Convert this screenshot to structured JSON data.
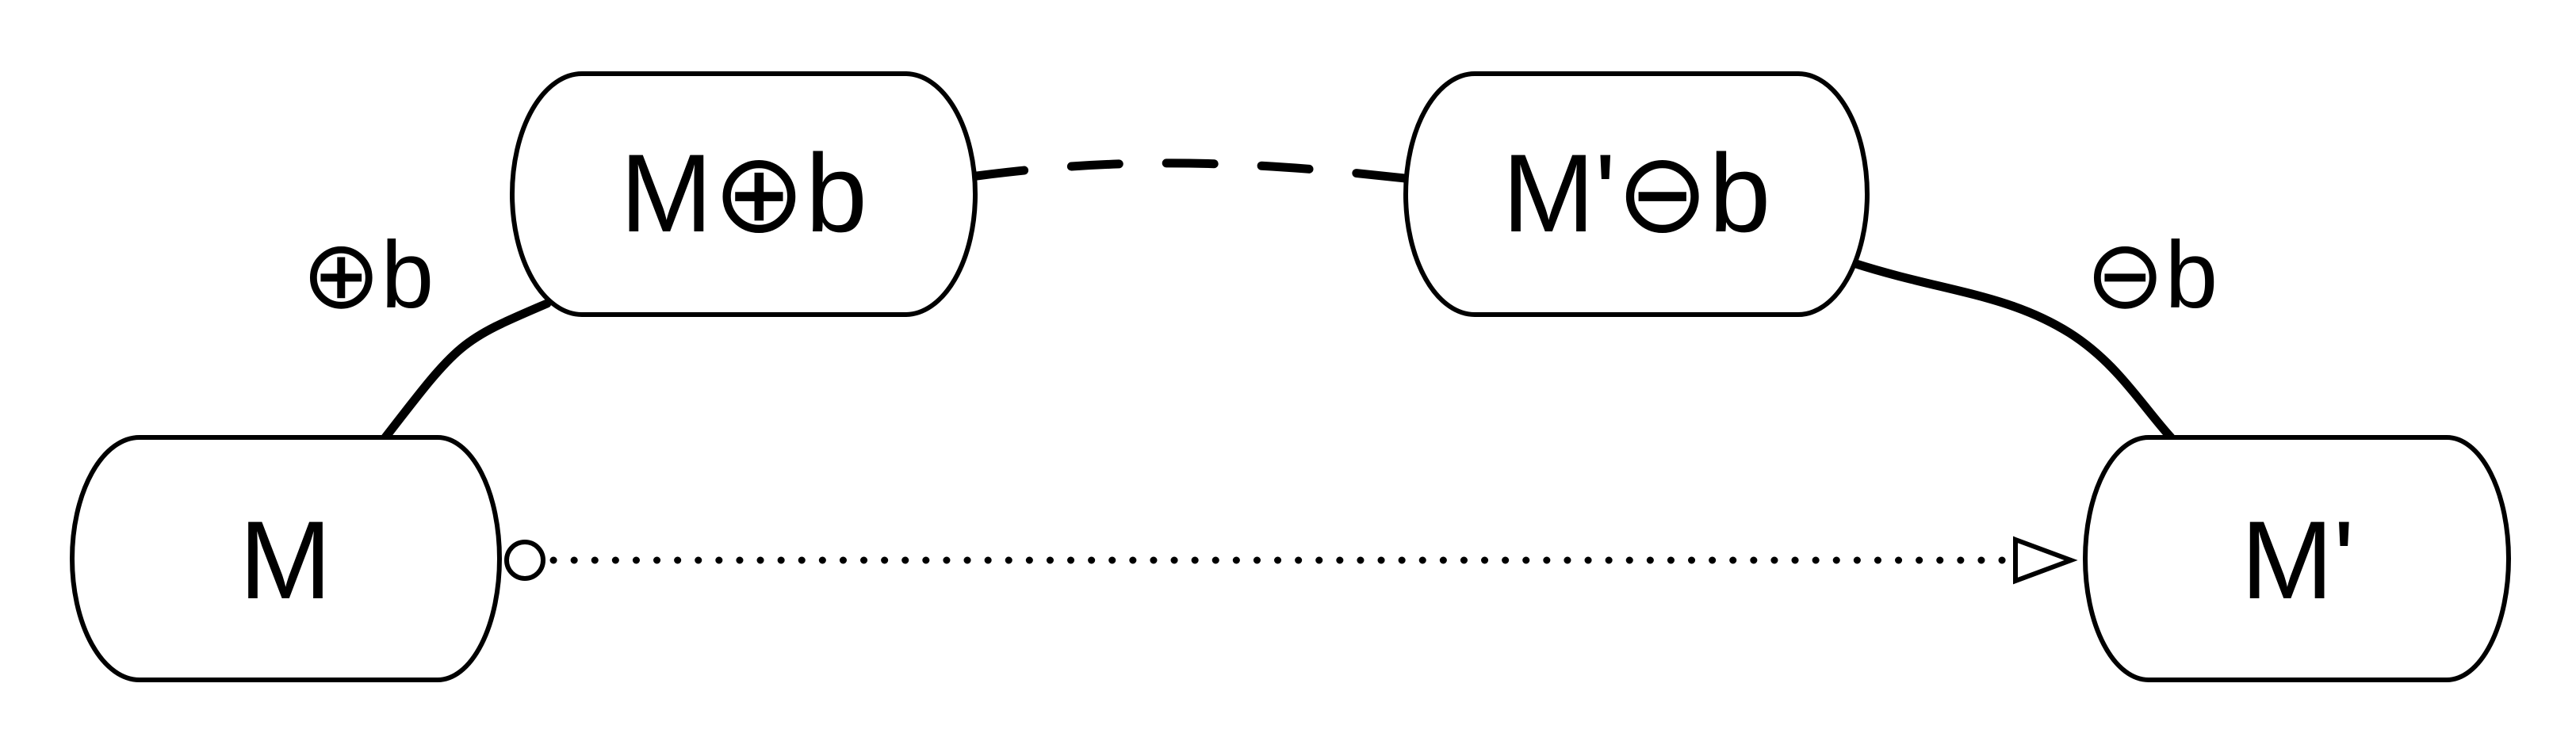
{
  "nodes": {
    "m": {
      "label": "M"
    },
    "m_plus_b": {
      "label": "M⊕b"
    },
    "m_prime_minus_b": {
      "label": "M'⊖b"
    },
    "m_prime": {
      "label": "M'"
    }
  },
  "edges": {
    "add_b": {
      "label": "⊕b"
    },
    "remove_b": {
      "label": "⊖b"
    }
  }
}
